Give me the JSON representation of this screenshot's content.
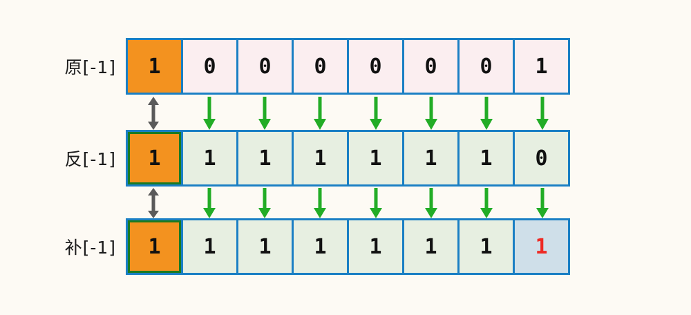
{
  "diagram": {
    "title": "signed-number-representations",
    "colors": {
      "background": "#fdfaf4",
      "cell_border": "#1a7fc4",
      "sign_cell_fill": "#f3921f",
      "sign_cell_outline": "#1a7a22",
      "row1_fill": "#fbeef0",
      "row2_fill": "#e7efe1",
      "highlight_fill": "#cfdfe9",
      "highlight_text": "#ee2a24",
      "down_arrow": "#22ac26",
      "double_arrow": "#5a5a5a"
    },
    "rows": [
      {
        "label": "原[-1]",
        "name": "sign-magnitude",
        "bits": [
          "1",
          "0",
          "0",
          "0",
          "0",
          "0",
          "0",
          "1"
        ],
        "fills": [
          "orange",
          "pink",
          "pink",
          "pink",
          "pink",
          "pink",
          "pink",
          "pink"
        ],
        "sign_outlined": false,
        "highlight_index": -1
      },
      {
        "label": "反[-1]",
        "name": "ones-complement",
        "bits": [
          "1",
          "1",
          "1",
          "1",
          "1",
          "1",
          "1",
          "0"
        ],
        "fills": [
          "orange",
          "green",
          "green",
          "green",
          "green",
          "green",
          "green",
          "green"
        ],
        "sign_outlined": true,
        "highlight_index": -1
      },
      {
        "label": "补[-1]",
        "name": "twos-complement",
        "bits": [
          "1",
          "1",
          "1",
          "1",
          "1",
          "1",
          "1",
          "1"
        ],
        "fills": [
          "orange",
          "green",
          "green",
          "green",
          "green",
          "green",
          "green",
          "blue"
        ],
        "sign_outlined": true,
        "highlight_index": 7
      }
    ],
    "connectors": [
      {
        "name": "row1-to-row2",
        "arrows": [
          "double-arrow-icon",
          "down-arrow-icon",
          "down-arrow-icon",
          "down-arrow-icon",
          "down-arrow-icon",
          "down-arrow-icon",
          "down-arrow-icon",
          "down-arrow-icon"
        ]
      },
      {
        "name": "row2-to-row3",
        "arrows": [
          "double-arrow-icon",
          "down-arrow-icon",
          "down-arrow-icon",
          "down-arrow-icon",
          "down-arrow-icon",
          "down-arrow-icon",
          "down-arrow-icon",
          "down-arrow-icon"
        ]
      }
    ]
  }
}
